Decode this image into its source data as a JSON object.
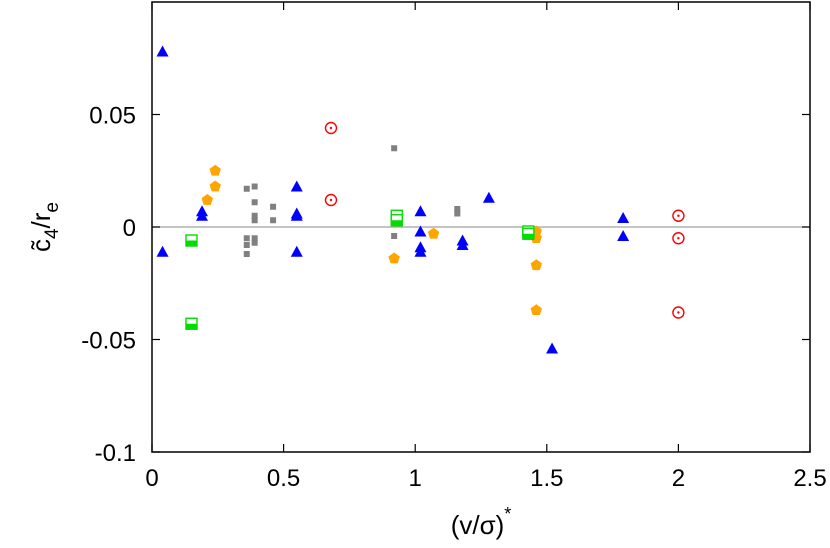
{
  "chart_data": {
    "type": "scatter",
    "xlabel": "(v/σ)*",
    "ylabel": "c̃4/re",
    "xlim": [
      0,
      2.5
    ],
    "ylim": [
      -0.1,
      0.1
    ],
    "x_ticks": [
      0,
      0.5,
      1,
      1.5,
      2,
      2.5
    ],
    "x_tick_labels": [
      "0",
      "0.5",
      "1",
      "1.5",
      "2",
      "2.5"
    ],
    "y_ticks": [
      -0.1,
      -0.05,
      0,
      0.05
    ],
    "y_tick_labels": [
      "-0.1",
      "-0.05",
      "0",
      "0.05"
    ],
    "zero_line": true,
    "grid": false,
    "legend": "none",
    "colors": {
      "zero_line": "#a0a0a0",
      "frame": "#000000"
    },
    "series": [
      {
        "marker": "triangle",
        "color": "#0000ff",
        "points": [
          [
            0.04,
            0.078
          ],
          [
            0.04,
            -0.011
          ],
          [
            0.19,
            0.007
          ],
          [
            0.19,
            0.005
          ],
          [
            0.55,
            0.018
          ],
          [
            0.55,
            0.006
          ],
          [
            0.55,
            0.005
          ],
          [
            0.55,
            -0.011
          ],
          [
            1.02,
            0.007
          ],
          [
            1.02,
            -0.002
          ],
          [
            1.02,
            -0.009
          ],
          [
            1.02,
            -0.011
          ],
          [
            1.18,
            -0.006
          ],
          [
            1.18,
            -0.008
          ],
          [
            1.28,
            0.013
          ],
          [
            1.52,
            -0.054
          ],
          [
            1.79,
            0.004
          ],
          [
            1.79,
            -0.004
          ]
        ]
      },
      {
        "marker": "pentagon",
        "color": "#ffa500",
        "points": [
          [
            0.24,
            0.025
          ],
          [
            0.24,
            0.018
          ],
          [
            0.21,
            0.012
          ],
          [
            0.92,
            -0.014
          ],
          [
            1.07,
            -0.003
          ],
          [
            1.46,
            -0.002
          ],
          [
            1.46,
            -0.005
          ],
          [
            1.46,
            -0.017
          ],
          [
            1.46,
            -0.037
          ]
        ]
      },
      {
        "marker": "circle-dot",
        "color": "#ff0000",
        "points": [
          [
            0.68,
            0.044
          ],
          [
            0.68,
            0.012
          ],
          [
            2.0,
            0.005
          ],
          [
            2.0,
            -0.005
          ],
          [
            2.0,
            -0.038
          ]
        ]
      },
      {
        "marker": "square-half",
        "color": "#00dd00",
        "points": [
          [
            0.15,
            -0.006
          ],
          [
            0.15,
            -0.043
          ],
          [
            0.93,
            0.005
          ],
          [
            0.93,
            0.003
          ],
          [
            1.43,
            -0.002
          ],
          [
            1.43,
            -0.003
          ]
        ]
      },
      {
        "marker": "small-square",
        "color": "#808080",
        "points": [
          [
            0.36,
            0.017
          ],
          [
            0.36,
            -0.005
          ],
          [
            0.36,
            -0.008
          ],
          [
            0.36,
            -0.012
          ],
          [
            0.39,
            0.018
          ],
          [
            0.39,
            0.011
          ],
          [
            0.39,
            0.005
          ],
          [
            0.39,
            0.003
          ],
          [
            0.39,
            -0.005
          ],
          [
            0.39,
            -0.007
          ],
          [
            0.46,
            0.009
          ],
          [
            0.46,
            0.003
          ],
          [
            0.92,
            0.035
          ],
          [
            0.92,
            -0.004
          ],
          [
            1.16,
            0.008
          ],
          [
            1.16,
            0.006
          ]
        ]
      }
    ]
  }
}
